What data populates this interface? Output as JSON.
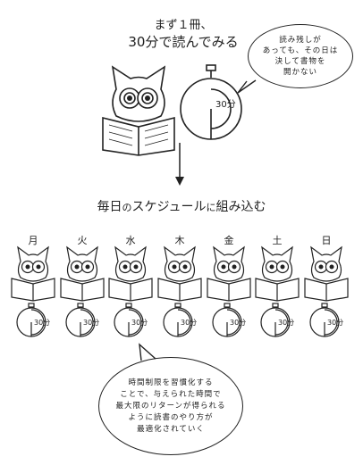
{
  "title": {
    "line1": "まず１冊、",
    "line2": "30分で読んでみる"
  },
  "speech_top": {
    "lines": [
      "読み残しが",
      "あっても、その日は",
      "決して書物を",
      "開かない"
    ]
  },
  "timer_label": "30分",
  "schedule_title": {
    "part1": "毎日",
    "part2": "の",
    "part3": "スケジュール",
    "part4": "に",
    "part5": "組み込む"
  },
  "days": [
    "月",
    "火",
    "水",
    "木",
    "金",
    "土",
    "日"
  ],
  "day_timer_label": "30分",
  "speech_bottom": {
    "lines": [
      "時間制限を習慣化する",
      "ことで、与えられた時間で",
      "最大限のリターンが得られる",
      "ように読書のやり方が",
      "最適化されていく"
    ]
  }
}
